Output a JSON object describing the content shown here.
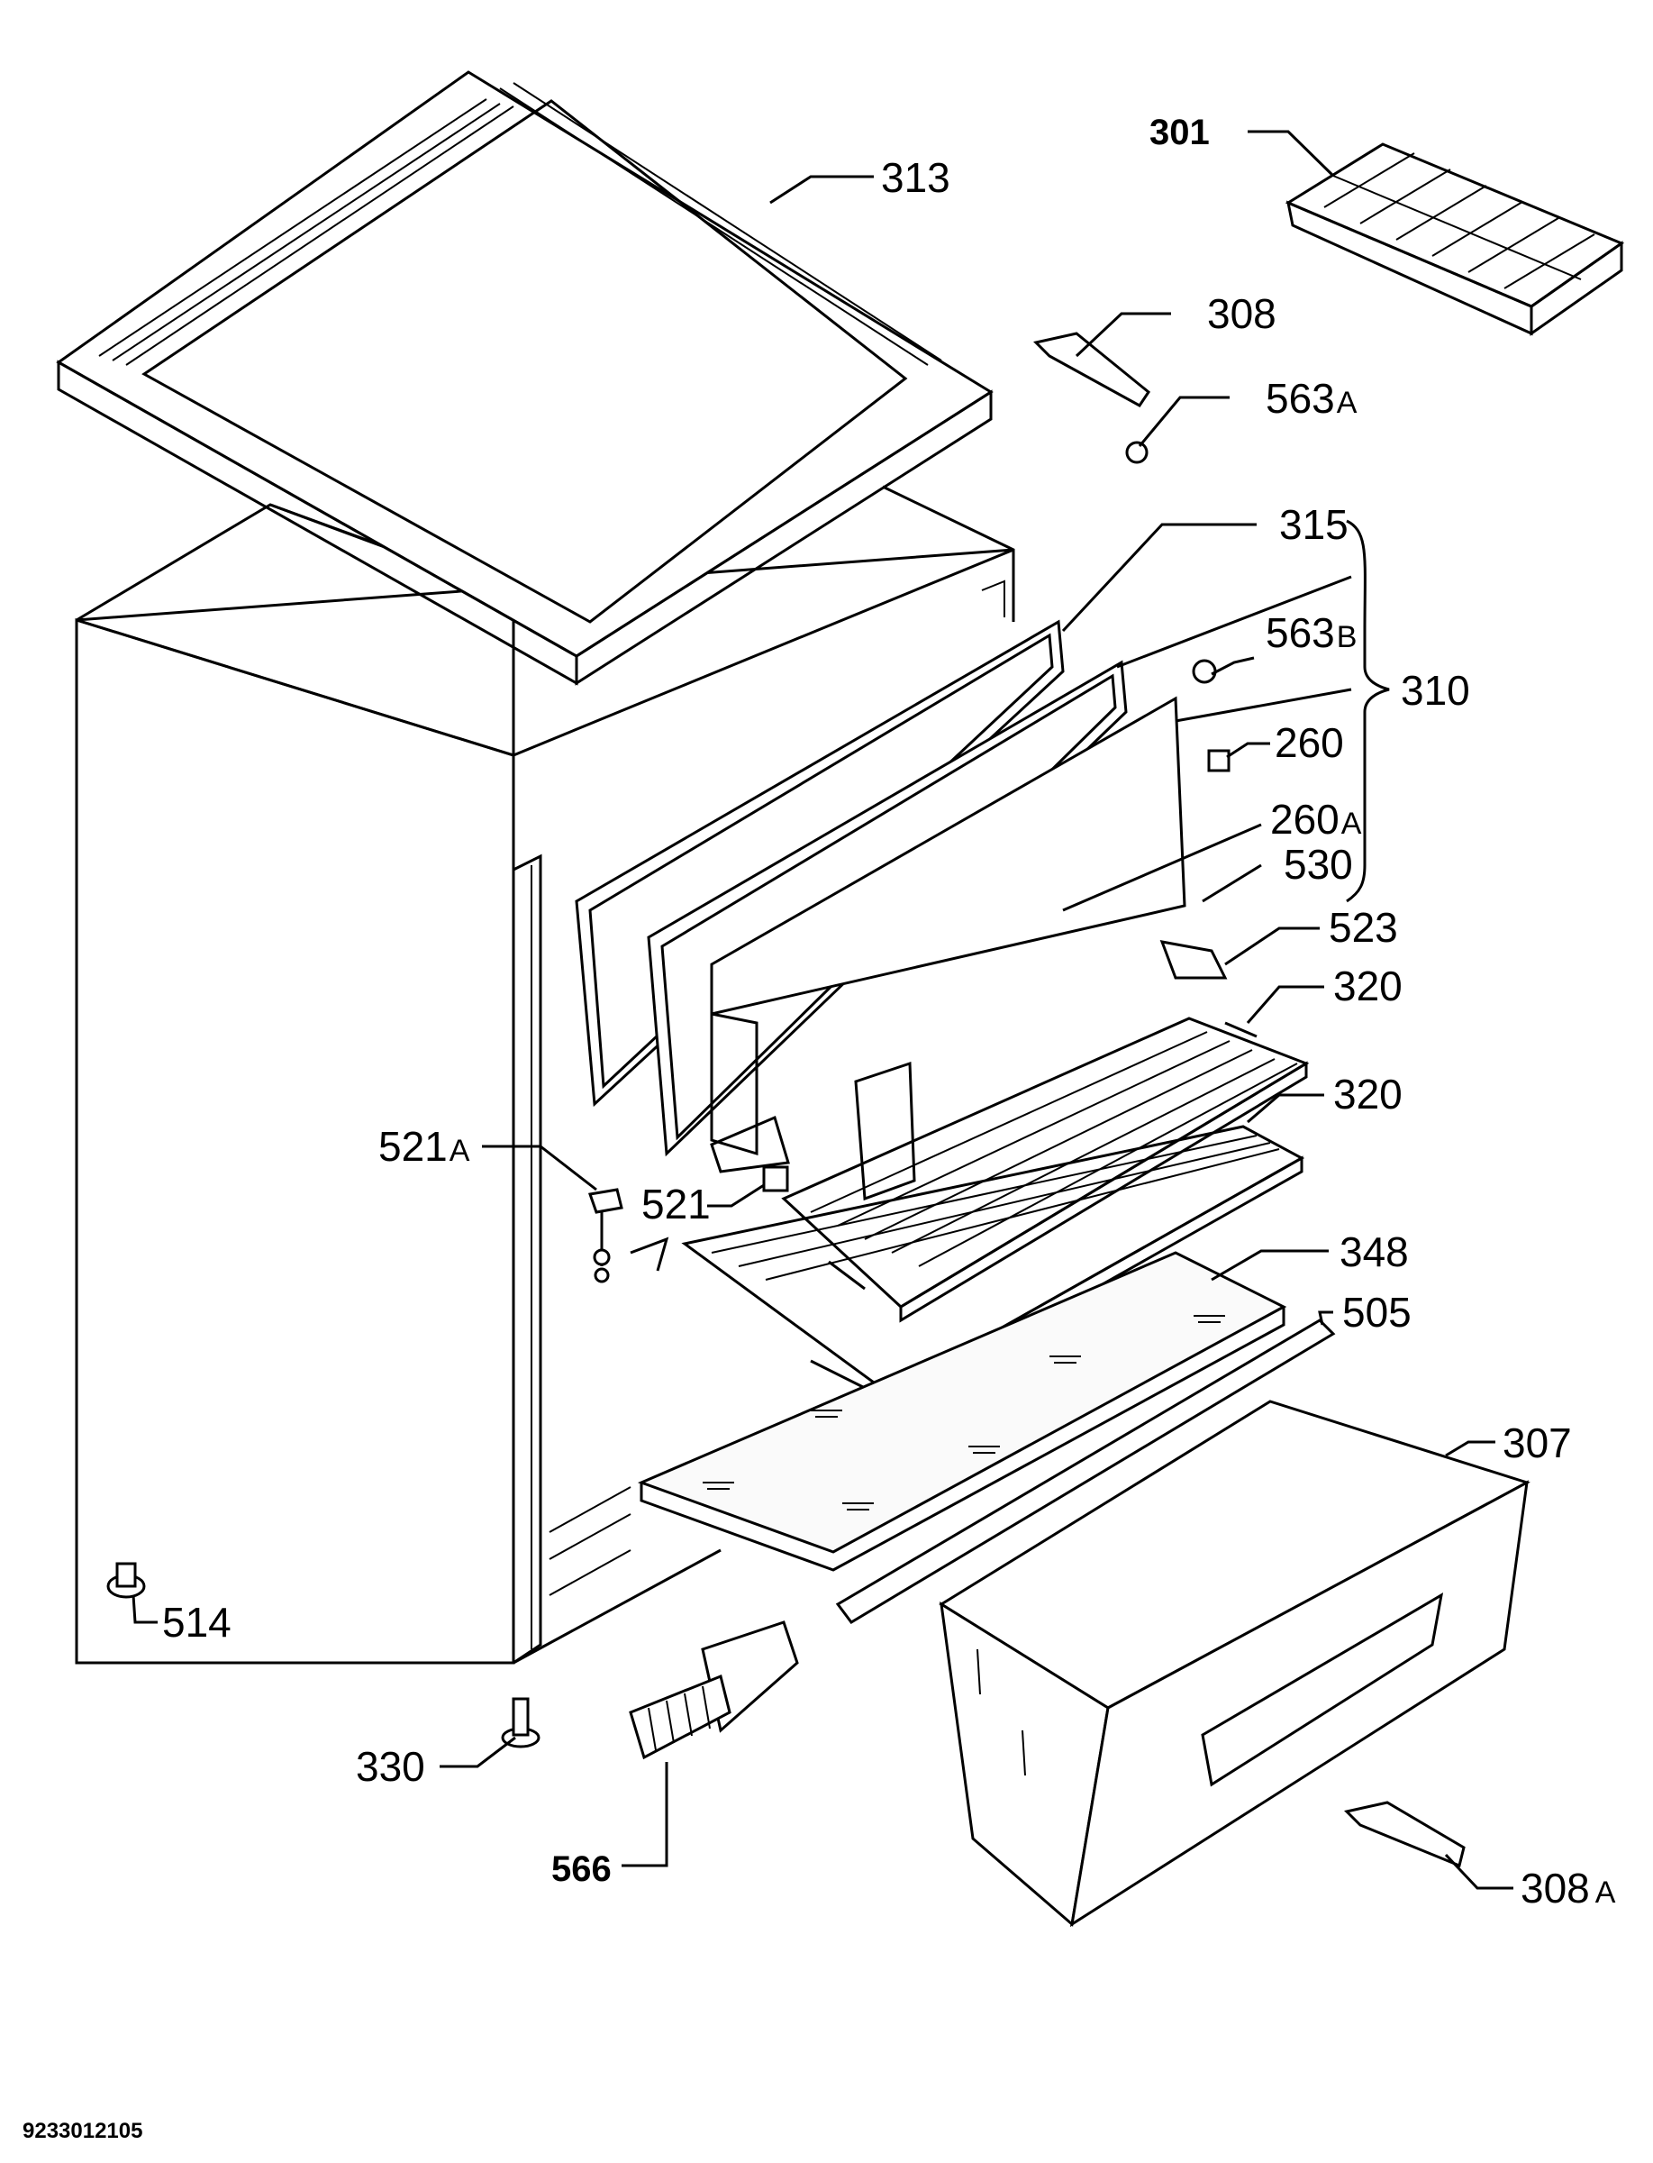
{
  "labels": {
    "p301": "301",
    "p313": "313",
    "p308": "308",
    "p563a": "563",
    "p563a_suffix": "A",
    "p315": "315",
    "p563b": "563",
    "p563b_suffix": "B",
    "p310": "310",
    "p260": "260",
    "p260a": "260",
    "p260a_suffix": "A",
    "p530": "530",
    "p523": "523",
    "p320_top": "320",
    "p320_mid": "320",
    "p521a": "521",
    "p521a_suffix": "A",
    "p521": "521",
    "p348": "348",
    "p505": "505",
    "p307": "307",
    "p514": "514",
    "p330": "330",
    "p566": "566",
    "p308a": "308",
    "p308a_suffix": "A"
  },
  "drawing_code": "9233012105"
}
